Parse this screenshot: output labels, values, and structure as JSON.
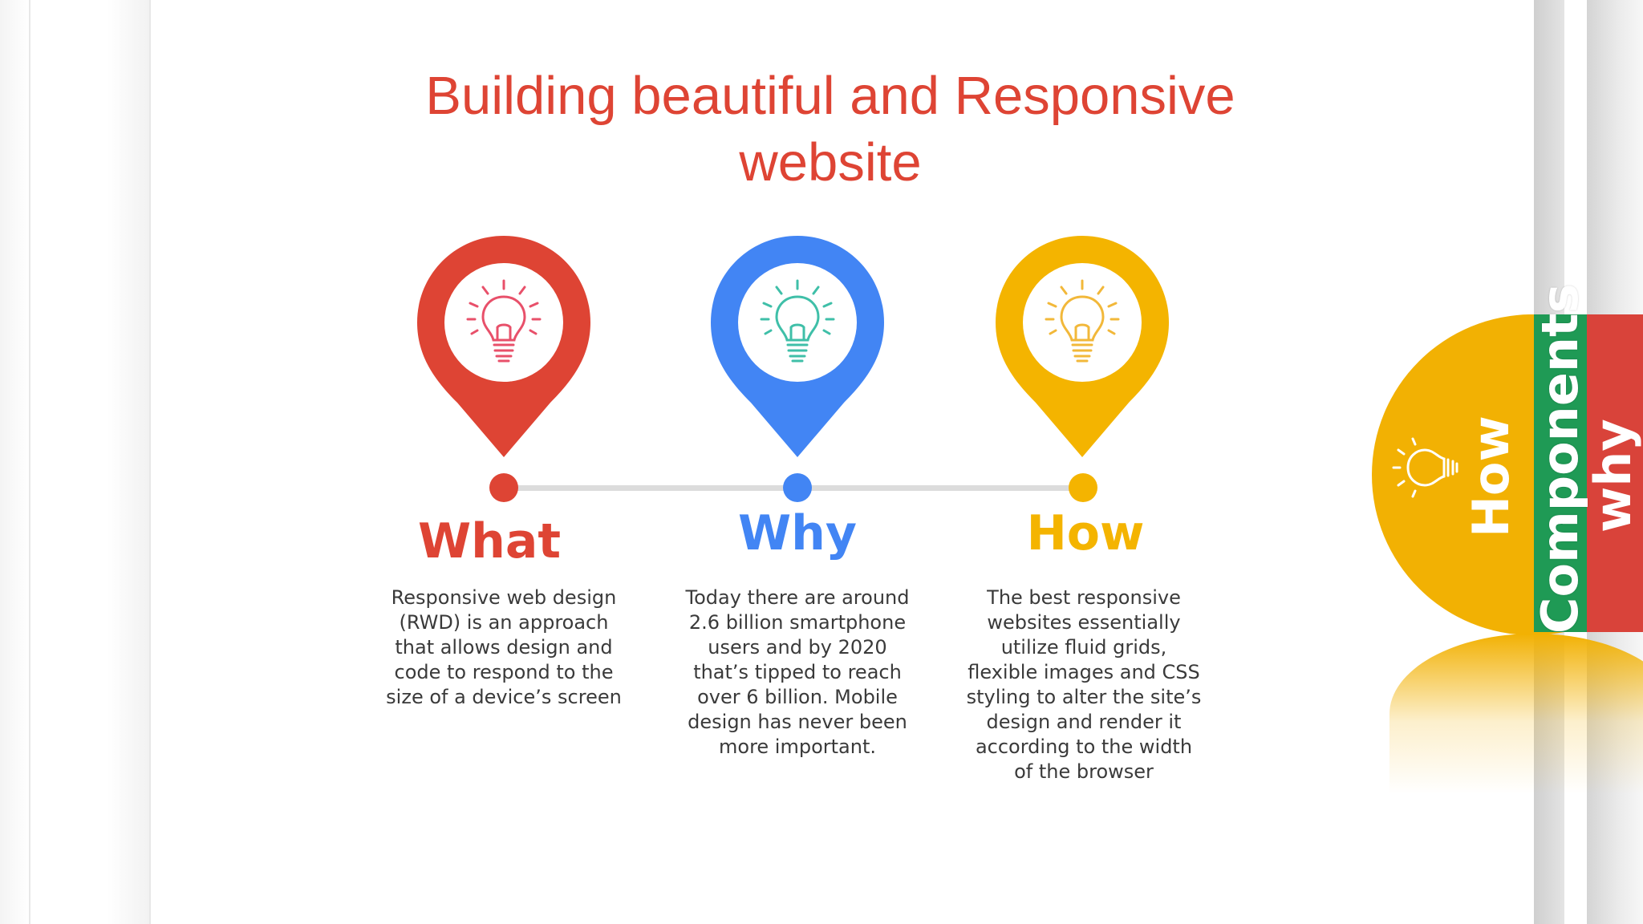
{
  "slide": {
    "title_line1": "Building beautiful and Responsive",
    "title_line2": "website"
  },
  "items": [
    {
      "heading": "What",
      "color": "#de4434",
      "bulb_color": "#e8506a",
      "icon": "lightbulb-icon",
      "description": "Responsive web design (RWD) is an approach that allows design and code to respond to the size of a device’s screen"
    },
    {
      "heading": "Why",
      "color": "#4285f4",
      "bulb_color": "#3fbfa8",
      "icon": "lightbulb-icon",
      "description": "Today there are around 2.6 billion smartphone users and by 2020 that’s tipped to reach over 6 billion. Mobile design has never been more important."
    },
    {
      "heading": "How",
      "color": "#f4b400",
      "bulb_color": "#f2b83a",
      "icon": "lightbulb-icon",
      "description": "The best responsive websites essentially utilize fluid grids, flexible images and CSS styling to alter the site’s design and render it according to the width of the browser"
    }
  ],
  "side_tabs": {
    "how_label": "How",
    "components_label": "Components",
    "why_label": "why",
    "colors": {
      "yellow": "#f2b103",
      "green": "#1f9a55",
      "red": "#d9433a"
    }
  }
}
